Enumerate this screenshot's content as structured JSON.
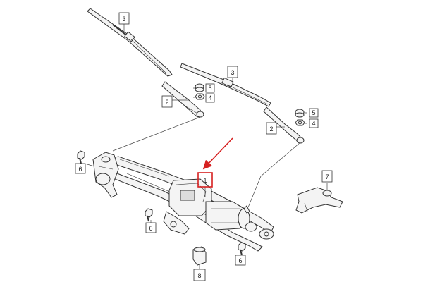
{
  "diagram": {
    "callouts": [
      {
        "id": "c3a",
        "label": "3"
      },
      {
        "id": "c3b",
        "label": "3"
      },
      {
        "id": "c5a",
        "label": "5"
      },
      {
        "id": "c4a",
        "label": "4"
      },
      {
        "id": "c2a",
        "label": "2"
      },
      {
        "id": "c5b",
        "label": "5"
      },
      {
        "id": "c4b",
        "label": "4"
      },
      {
        "id": "c2b",
        "label": "2"
      },
      {
        "id": "c6a",
        "label": "6"
      },
      {
        "id": "c7",
        "label": "7"
      },
      {
        "id": "c1",
        "label": "1"
      },
      {
        "id": "c6b",
        "label": "6"
      },
      {
        "id": "c6c",
        "label": "6"
      },
      {
        "id": "c8",
        "label": "8"
      }
    ],
    "colors": {
      "line": "#333333",
      "part": "#555555",
      "part_fill": "#f4f4f4",
      "highlight": "#d62020"
    }
  }
}
